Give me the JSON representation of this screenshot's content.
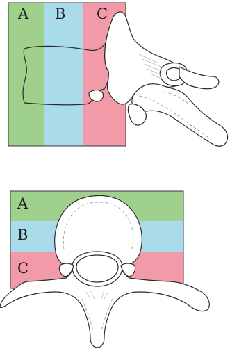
{
  "zone_colors": {
    "A": "#9fd18c",
    "B": "#a9dbeb",
    "C": "#f29aa8"
  },
  "lateral_view": {
    "labels": {
      "a": "A",
      "b": "B",
      "c": "C"
    }
  },
  "axial_view": {
    "labels": {
      "a": "A",
      "b": "B",
      "c": "C"
    }
  }
}
